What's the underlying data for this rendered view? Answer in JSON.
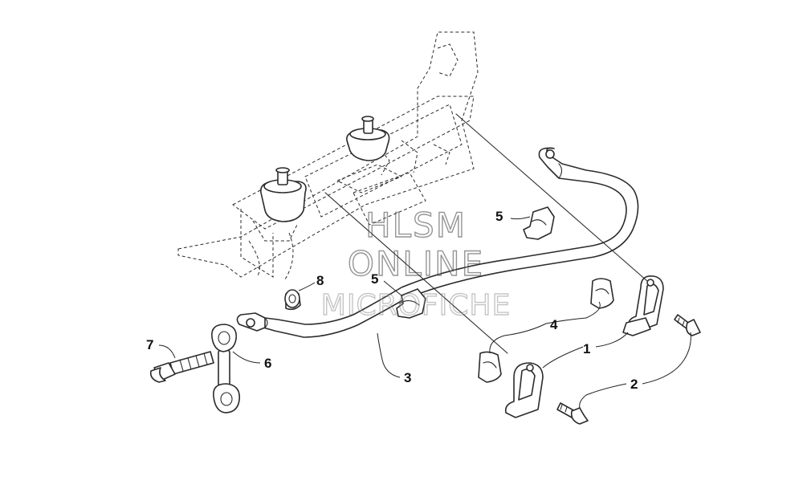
{
  "watermark": {
    "line1": "HLSM",
    "line2": "ONLINE",
    "line3": "MICROFICHE"
  },
  "callouts": [
    "1",
    "2",
    "3",
    "4",
    "5",
    "5",
    "6",
    "7",
    "8"
  ]
}
